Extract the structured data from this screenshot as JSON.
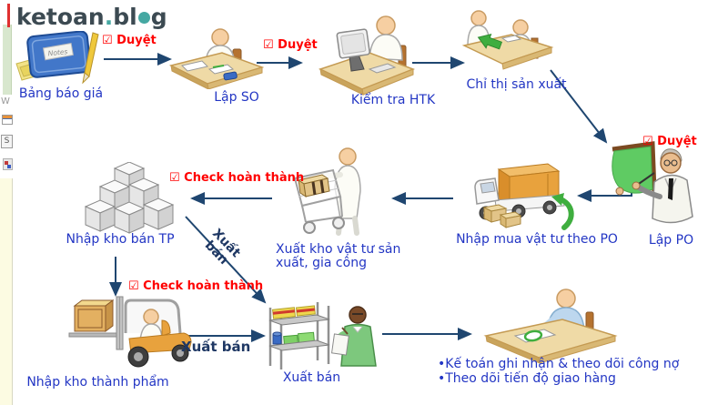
{
  "logo": {
    "part1": "ketoan",
    "sep": ".",
    "part2": "bl",
    "part3": "g"
  },
  "colors": {
    "label_blue": "#2336c4",
    "accent_red": "#ff0000",
    "navy_bold": "#1f3864",
    "arrow_navy": "#1f4670",
    "logo_dark": "#3c4a52",
    "logo_teal": "#45a8a2",
    "desk_tan": "#efdaa6",
    "process_green": "#3fae3f"
  },
  "nodes": [
    {
      "label": "Bảng báo giá",
      "icon": "notebook-icon"
    },
    {
      "label": "Lập SO",
      "icon": "desk-person-icon"
    },
    {
      "label": "Kiểm tra HTK",
      "icon": "computer-person-icon"
    },
    {
      "label": "Chỉ thị sản xuất",
      "icon": "meeting-icon"
    },
    {
      "label": "Lập PO",
      "icon": "teacher-board-icon"
    },
    {
      "label": "Nhập mua vật tư theo PO",
      "icon": "truck-icon"
    },
    {
      "label": "Xuất kho vật tư sản xuất, gia công",
      "icon": "cart-icon"
    },
    {
      "label": "Nhập kho bán TP",
      "icon": "boxes-icon"
    },
    {
      "label": "Nhập kho thành phẩm",
      "icon": "forklift-icon"
    },
    {
      "label": "Xuất bán",
      "icon": "shelf-person-icon"
    }
  ],
  "annotations": {
    "approve": "☑ Duyệt",
    "check_done": "☑ Check hoàn thành",
    "sell_bold": "Xuất bán",
    "sell_diag_line1": "Xuất",
    "sell_diag_line2": "bán"
  },
  "bullets": [
    "•Kế toán ghi nhận & theo dõi công nợ",
    "•Theo dõi tiến độ giao hàng"
  ],
  "notebook_label": "Notes",
  "left_strip": {
    "w": "W",
    "s": "S"
  }
}
